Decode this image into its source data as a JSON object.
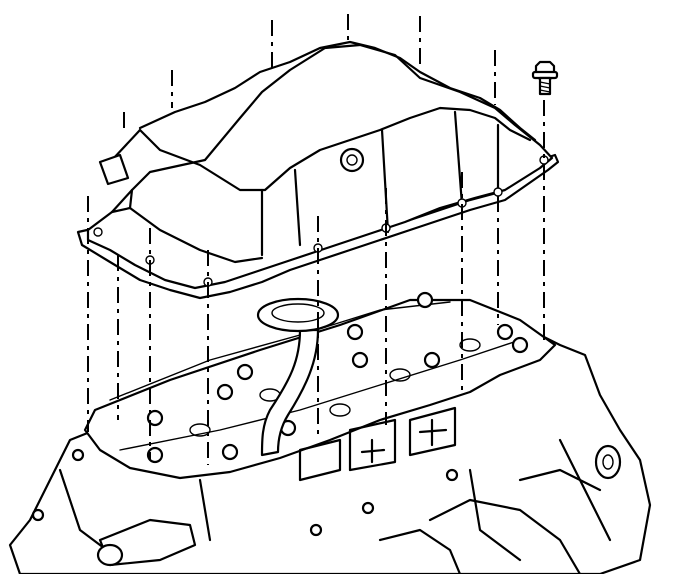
{
  "diagram": {
    "kind": "exploded-view line drawing",
    "parts": [
      "oil-pan",
      "oil-pan-gasket",
      "oil-pan-bolt",
      "engine-block",
      "oil-pump-pickup-tube"
    ],
    "colors": {
      "ink": "#000000",
      "paper": "#ffffff"
    }
  }
}
